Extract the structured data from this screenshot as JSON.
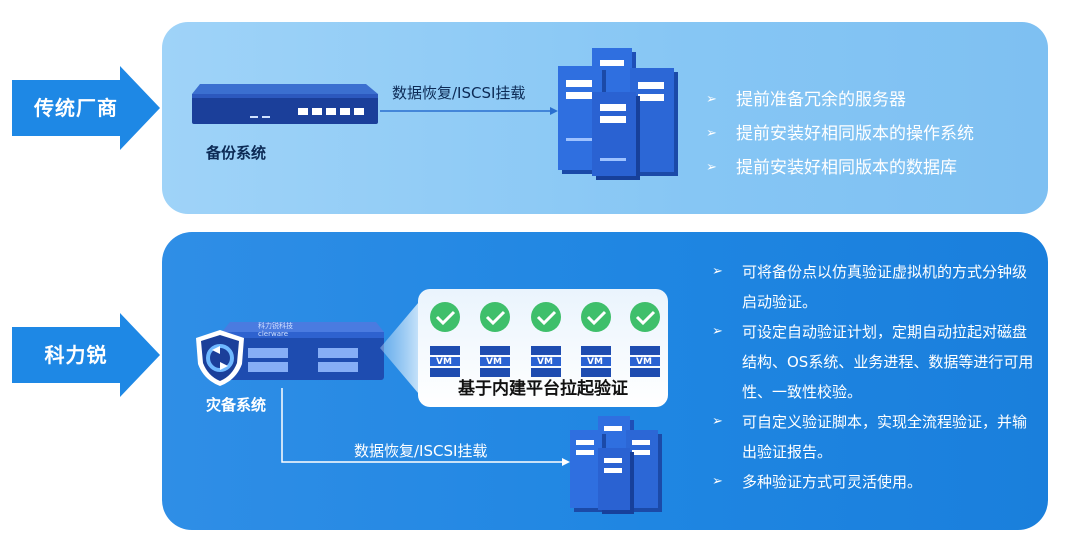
{
  "sections": {
    "traditional": {
      "label": "传统厂商",
      "device_label": "备份系统",
      "connector_label": "数据恢复/ISCSI挂载",
      "bullets": [
        "提前准备冗余的服务器",
        "提前安装好相同版本的操作系统",
        "提前安装好相同版本的数据库"
      ]
    },
    "kelirui": {
      "label": "科力锐",
      "device_label": "灾备系统",
      "device_brand_cn": "科力锐科技",
      "device_brand_en": "clerware",
      "vm_caption": "基于内建平台拉起验证",
      "vm_badge": "VM",
      "connector_label": "数据恢复/ISCSI挂载",
      "bullets": [
        "可将备份点以仿真验证虚拟机的方式分钟级启动验证。",
        "可设定自动验证计划，定期自动拉起对磁盘结构、OS系统、业务进程、数据等进行可用性、一致性校验。",
        "可自定义验证脚本，实现全流程验证，并输出验证报告。",
        "多种验证方式可灵活使用。"
      ]
    }
  },
  "bullet_marker": "➢",
  "icons": [
    "arrow-right-icon",
    "server-rack-icon",
    "server-tower-icon",
    "check-circle-icon",
    "vm-icon",
    "shield-sync-icon"
  ],
  "colors": {
    "arrow_blue": "#1e88e5",
    "panel_light": "#86c6f4",
    "panel_dark": "#1f86e2",
    "check_green": "#3fbf6b"
  }
}
